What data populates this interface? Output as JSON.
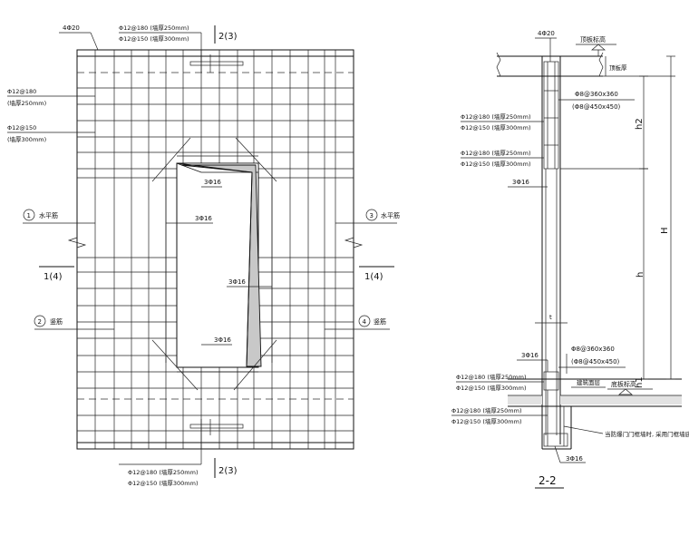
{
  "left": {
    "top_bar": "4Φ20",
    "top_callout": [
      "Φ12@180 (墙厚250mm)",
      "Φ12@150 (墙厚300mm)"
    ],
    "section_top": "2(3)",
    "left_callout_a": [
      "Φ12@180",
      "(墙厚250mm)"
    ],
    "left_callout_b": [
      "Φ12@150",
      "(墙厚300mm)"
    ],
    "bar_upper": "3Φ16",
    "bar_mid_left": "3Φ16",
    "bar_mid_right": "3Φ16",
    "bar_lower": "3Φ16",
    "marker_1": "1",
    "marker_1_label": "水平筋",
    "marker_2": "2",
    "marker_2_label": "竖筋",
    "marker_3": "3",
    "marker_3_label": "水平筋",
    "marker_4": "4",
    "marker_4_label": "竖筋",
    "section_left": "1(4)",
    "section_right": "1(4)",
    "bottom_callout": [
      "Φ12@180 (墙厚250mm)",
      "Φ12@150 (墙厚300mm)"
    ],
    "section_bottom": "2(3)"
  },
  "right": {
    "top_bar": "4Φ20",
    "roof_level": "顶板标高",
    "floor_thickness": "顶板厚",
    "tie_a": "Φ8@360x360",
    "tie_b": "(Φ8@450x450)",
    "callout_a": [
      "Φ12@180 (墙厚250mm)",
      "Φ12@150 (墙厚300mm)"
    ],
    "callout_b": [
      "Φ12@180 (墙厚250mm)",
      "Φ12@150 (墙厚300mm)"
    ],
    "bar_a": "3Φ16",
    "dim_h2": "h2",
    "dim_H": "H",
    "dim_h": "h",
    "dim_t": "t",
    "dim_h1": "h1",
    "bar_b": "3Φ16",
    "tie_c": "Φ8@360x360",
    "tie_d": "(Φ8@450x450)",
    "building_floor": "建筑面层",
    "bottom_level": "底板标高",
    "callout_c": [
      "Φ12@180 (墙厚250mm)",
      "Φ12@150 (墙厚300mm)"
    ],
    "callout_d": [
      "Φ12@180 (墙厚250mm)",
      "Φ12@150 (墙厚300mm)"
    ],
    "note": "当防爆门门框墙时, 采用门框墙底板构造",
    "bar_c": "3Φ16",
    "section_label": "2-2"
  }
}
